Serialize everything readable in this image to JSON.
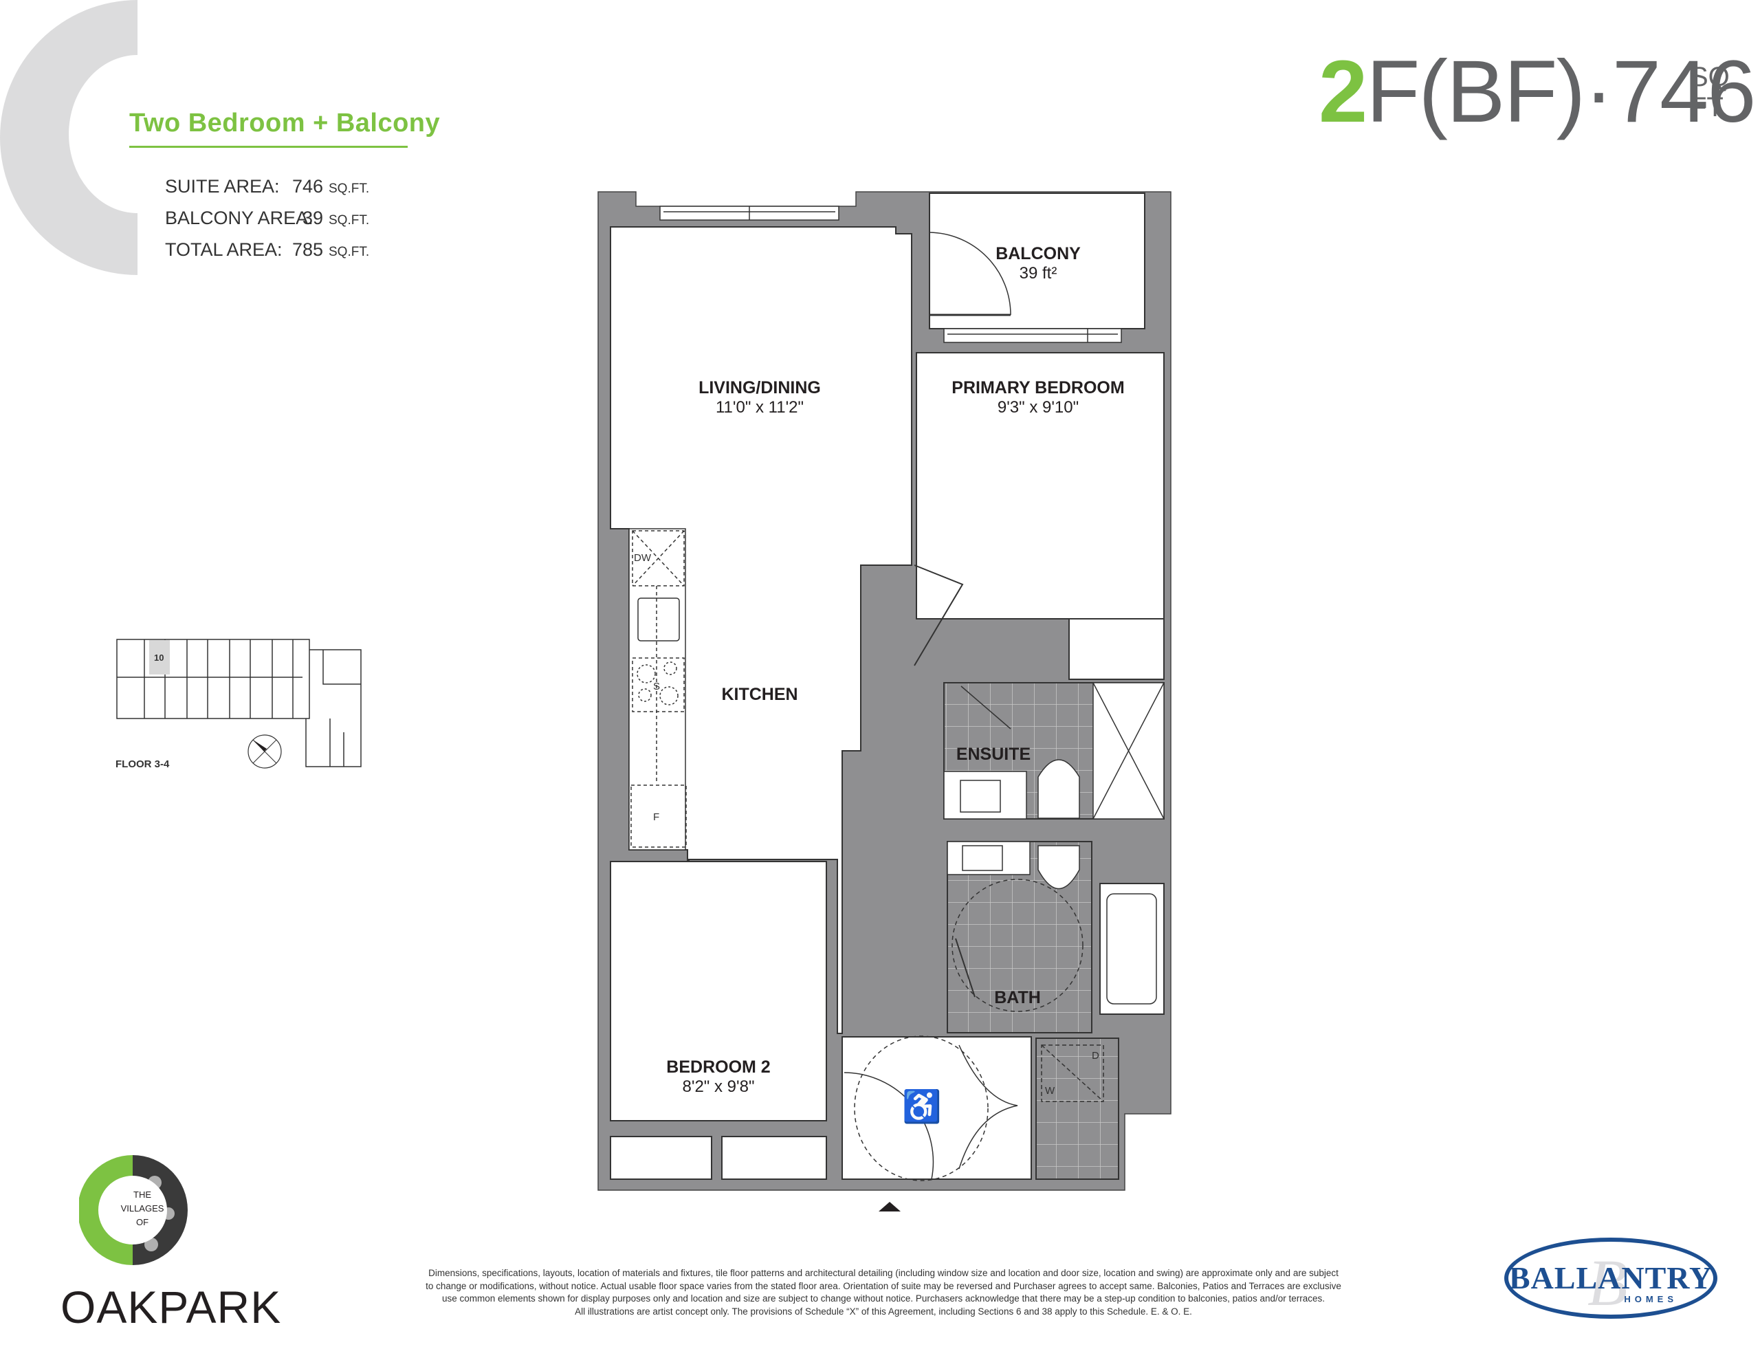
{
  "header": {
    "plan_type": "Two Bedroom + Balcony",
    "suite_code_lead": "2",
    "suite_code_rest": "F(BF)·746",
    "suite_code_unit_line1": "SQ.",
    "suite_code_unit_line2": "FT."
  },
  "areas": [
    {
      "label": "SUITE AREA:",
      "value": "746",
      "unit": "SQ.FT."
    },
    {
      "label": "BALCONY AREA:",
      "value": "39",
      "unit": "SQ.FT."
    },
    {
      "label": "TOTAL AREA:",
      "value": "785",
      "unit": "SQ.FT."
    }
  ],
  "rooms": {
    "balcony": {
      "name": "BALCONY",
      "dim": "39 ft²"
    },
    "living_dining": {
      "name": "LIVING/DINING",
      "dim": "11'0\" x 11'2\""
    },
    "primary_bedroom": {
      "name": "PRIMARY BEDROOM",
      "dim": "9'3\" x 9'10\""
    },
    "kitchen": {
      "name": "KITCHEN"
    },
    "ensuite": {
      "name": "ENSUITE"
    },
    "bath": {
      "name": "BATH"
    },
    "bedroom2": {
      "name": "BEDROOM 2",
      "dim": "8'2\" x 9'8\""
    }
  },
  "appliances": {
    "dishwasher": "DW",
    "stove": "S",
    "fridge": "F",
    "dryer": "D",
    "washer": "W"
  },
  "key_plan": {
    "floor_label": "FLOOR 3-4",
    "unit_number": "10"
  },
  "branding": {
    "developer_logo": {
      "name": "BALLANTRY",
      "sub": "HOMES"
    },
    "project_logo": {
      "line1": "THE",
      "line2": "VILLAGES",
      "line3": "OF",
      "name": "OAKPARK"
    },
    "accent_color": "#7dc242",
    "wall_color": "#8f8f91",
    "brand_blue": "#1d4f91"
  },
  "disclaimer": [
    "Dimensions, specifications, layouts, location of materials and fixtures, tile floor patterns and architectural detailing (including window size and location and door size, location and swing) are approximate only and are subject",
    "to change or modifications, without notice. Actual usable floor space varies from the stated floor area. Orientation of suite may be reversed and Purchaser agrees to accept same. Balconies, Patios and Terraces are exclusive",
    "use common elements shown for display purposes only and location and size are subject to change without notice. Purchasers acknowledge that there may be a step-up condition to balconies, patios and/or terraces.",
    "All illustrations are artist concept only. The provisions of Schedule “X” of this Agreement, including Sections 6 and 38 apply to this Schedule. E. & O. E."
  ]
}
